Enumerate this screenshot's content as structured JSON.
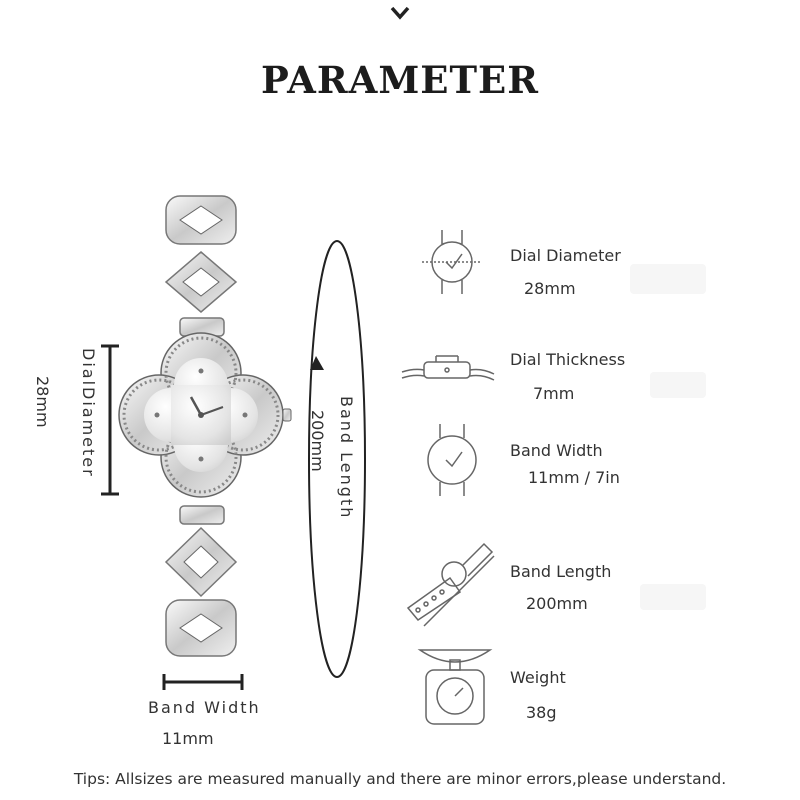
{
  "header": {
    "title": "PARAMETER",
    "chevron_icon": "chevron-down-icon"
  },
  "diagram": {
    "dial_label": "DialDiameter",
    "dial_value": "28mm",
    "band_length_label": "Band Length",
    "band_length_value": "200mm",
    "band_width_label": "Band Width",
    "band_width_value": "11mm"
  },
  "specs": [
    {
      "label": "Dial Diameter",
      "value": "28mm",
      "icon": "watch-front-icon"
    },
    {
      "label": "Dial Thickness",
      "value": "7mm",
      "icon": "watch-side-icon"
    },
    {
      "label": "Band Width",
      "value": "11mm / 7in",
      "icon": "watch-front-icon"
    },
    {
      "label": "Band Length",
      "value": "200mm",
      "icon": "watch-strap-icon"
    },
    {
      "label": "Weight",
      "value": "38g",
      "icon": "scale-icon"
    }
  ],
  "footer": {
    "tips": "Tips: Allsizes are measured manually and there are minor errors,please understand."
  }
}
